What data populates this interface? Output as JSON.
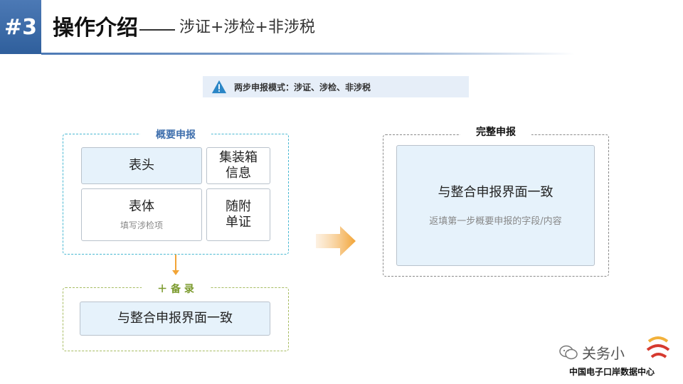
{
  "header": {
    "badge": "#3",
    "title": "操作介绍",
    "subtitle": "涉证+涉检+非涉税"
  },
  "notice": {
    "text": "两步申报模式：涉证、涉检、非涉税"
  },
  "summary": {
    "label": "概要申报",
    "cards": [
      {
        "text": "表头",
        "sub": ""
      },
      {
        "text": "集装箱\n信息",
        "sub": ""
      },
      {
        "text": "表体",
        "sub": "填写涉检项"
      },
      {
        "text": "随附\n单证",
        "sub": ""
      }
    ]
  },
  "filing": {
    "label": "＋ 备 录",
    "card": "与整合申报界面一致"
  },
  "complete": {
    "label": "完整申报",
    "card_title": "与整合申报界面一致",
    "card_sub": "返填第一步概要申报的字段/内容"
  },
  "footer": {
    "wechat": "关务小",
    "org": "中国电子口岸数据中心"
  },
  "colors": {
    "accent": "#3f6fad",
    "group_border": "#48b8d2",
    "filing_border": "#a7bc62",
    "arrow": "#f2a436"
  }
}
